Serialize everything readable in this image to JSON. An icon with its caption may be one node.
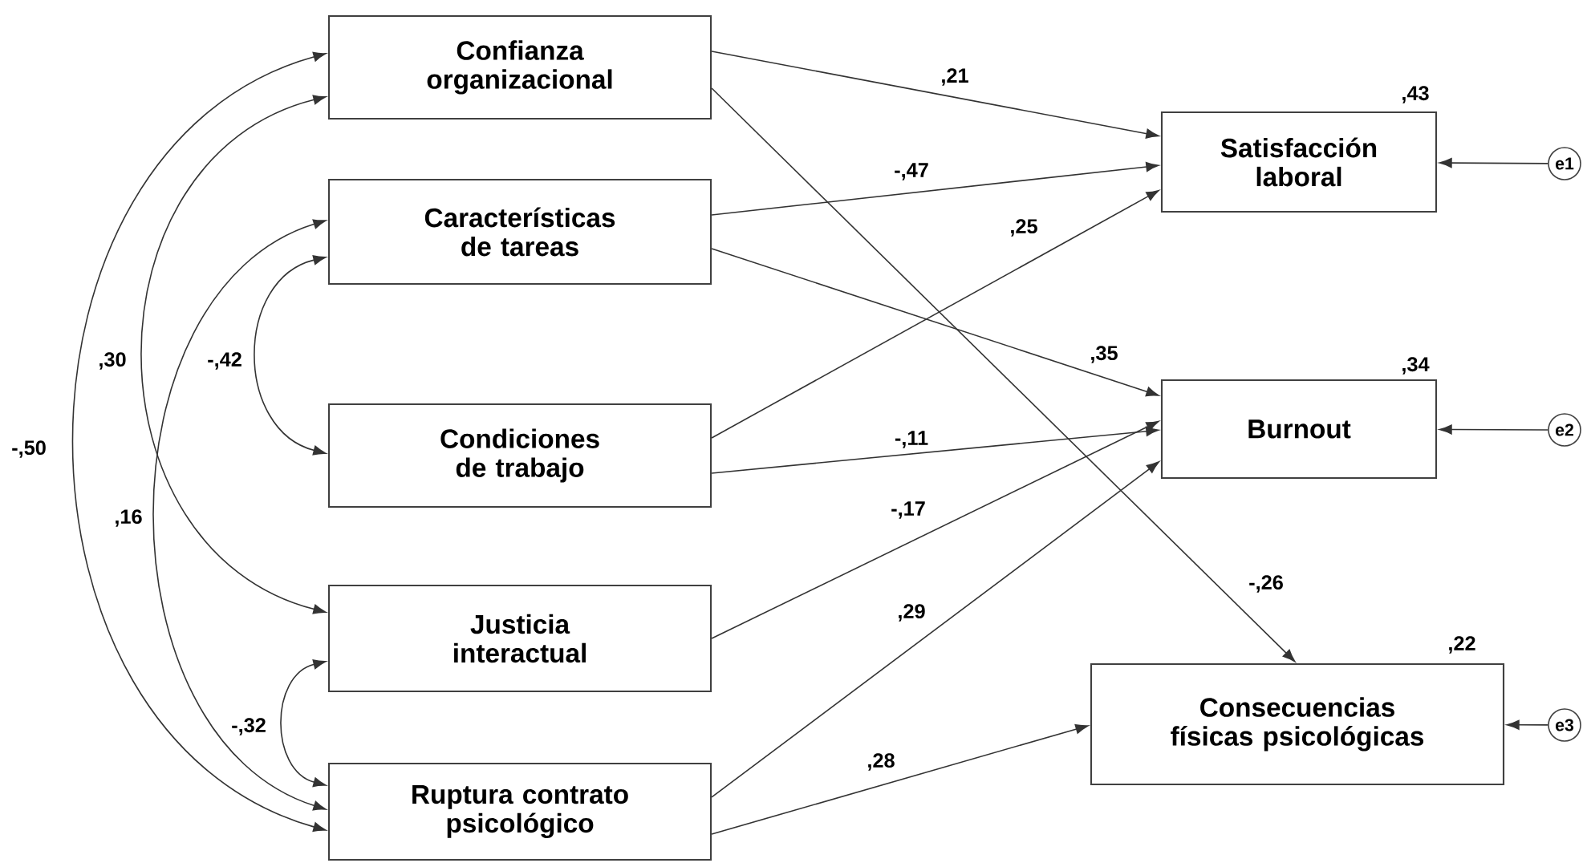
{
  "diagram": {
    "nodes": [
      {
        "text": [
          "Confianza organizacional"
        ]
      },
      {
        "text": [
          "Características de tareas"
        ]
      },
      {
        "text": [
          "Condiciones de trabajo"
        ]
      },
      {
        "text": [
          "Justicia interactual"
        ]
      },
      {
        "text": [
          "Ruptura contrato psicológico"
        ]
      },
      {
        "text": [
          "Satisfacción laboral"
        ],
        "beside": [
          ",43"
        ]
      },
      {
        "text": [
          "Burnout"
        ],
        "beside": [
          ",34"
        ]
      },
      {
        "text": [
          "Consecuencias físicas psicológicas"
        ],
        "beside": [
          ",22"
        ]
      },
      {
        "text": [
          "e1"
        ]
      },
      {
        "text": [
          "e2"
        ]
      },
      {
        "text": [
          "e3"
        ]
      }
    ],
    "edges": [
      {
        "from": 0,
        "to": 5,
        "arrow": "to",
        "label": ",21"
      },
      {
        "from": 1,
        "to": 5,
        "arrow": "to",
        "label": "-,47"
      },
      {
        "from": 2,
        "to": 5,
        "arrow": "to",
        "label": ",25"
      },
      {
        "from": 1,
        "to": 6,
        "arrow": "to",
        "label": ",35"
      },
      {
        "from": 2,
        "to": 6,
        "arrow": "to",
        "label": "-,11"
      },
      {
        "from": 3,
        "to": 6,
        "arrow": "to",
        "label": "-,17"
      },
      {
        "from": 4,
        "to": 6,
        "arrow": "to",
        "label": ",29"
      },
      {
        "from": 0,
        "to": 7,
        "arrow": "to",
        "label": "-,26"
      },
      {
        "from": 4,
        "to": 7,
        "arrow": "to",
        "label": ",28"
      },
      {
        "from": 8,
        "to": 5,
        "arrow": "to"
      },
      {
        "from": 9,
        "to": 6,
        "arrow": "to"
      },
      {
        "from": 10,
        "to": 7,
        "arrow": "to"
      },
      {
        "from": 0,
        "to": 4,
        "arrow": "both",
        "label": "-,50"
      },
      {
        "from": 0,
        "to": 3,
        "arrow": "both",
        "label": ",30"
      },
      {
        "from": 1,
        "to": 4,
        "arrow": "both",
        "label": ",16"
      },
      {
        "from": 1,
        "to": 2,
        "arrow": "both",
        "label": "-,42"
      },
      {
        "from": 3,
        "to": 4,
        "arrow": "both",
        "label": "-,32"
      }
    ]
  }
}
